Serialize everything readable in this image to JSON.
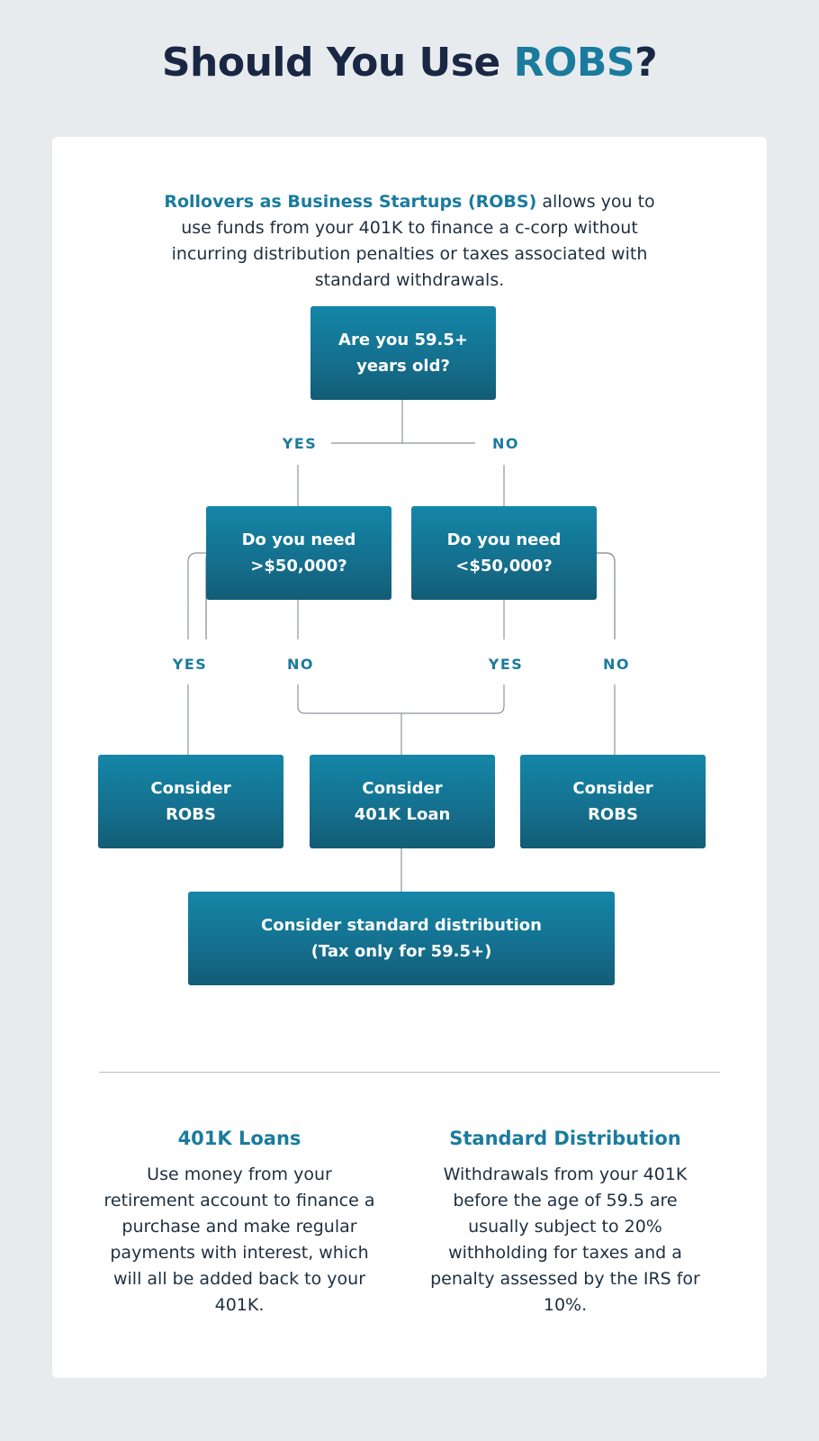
{
  "title": {
    "prefix": "Should You Use ",
    "accent": "ROBS",
    "suffix": "?"
  },
  "intro": {
    "lead": "Rollovers as Business Startups (ROBS)",
    "rest": " allows you to use funds from your 401K to finance a c-corp without incurring distribution penalties or taxes associated with standard withdrawals."
  },
  "flow": {
    "root": {
      "line1": "Are you 59.5+",
      "line2": "years old?"
    },
    "root_yes": "YES",
    "root_no": "NO",
    "need_more": {
      "line1": "Do you need",
      "line2": ">$50,000?"
    },
    "need_less": {
      "line1": "Do you need",
      "line2": "<$50,000?"
    },
    "more_yes": "YES",
    "more_no": "NO",
    "less_yes": "YES",
    "less_no": "NO",
    "robs_left": {
      "line1": "Consider",
      "line2": "ROBS"
    },
    "loan": {
      "line1": "Consider",
      "line2": "401K Loan"
    },
    "robs_right": {
      "line1": "Consider",
      "line2": "ROBS"
    },
    "distribution": {
      "line1": "Consider standard distribution",
      "line2": "(Tax only for 59.5+)"
    }
  },
  "notes": {
    "loans": {
      "heading": "401K Loans",
      "body": "Use money from your retirement account to finance a purchase and make regular payments with interest, which will all be added back to your 401K."
    },
    "distribution": {
      "heading": "Standard Distribution",
      "body": "Withdrawals from your 401K before the age of 59.5 are usually subject to 20% withholding for taxes and a penalty assessed by the IRS for 10%."
    }
  },
  "colors": {
    "navy": "#1a2744",
    "teal": "#1a7b9e",
    "box": "#146f8d"
  }
}
